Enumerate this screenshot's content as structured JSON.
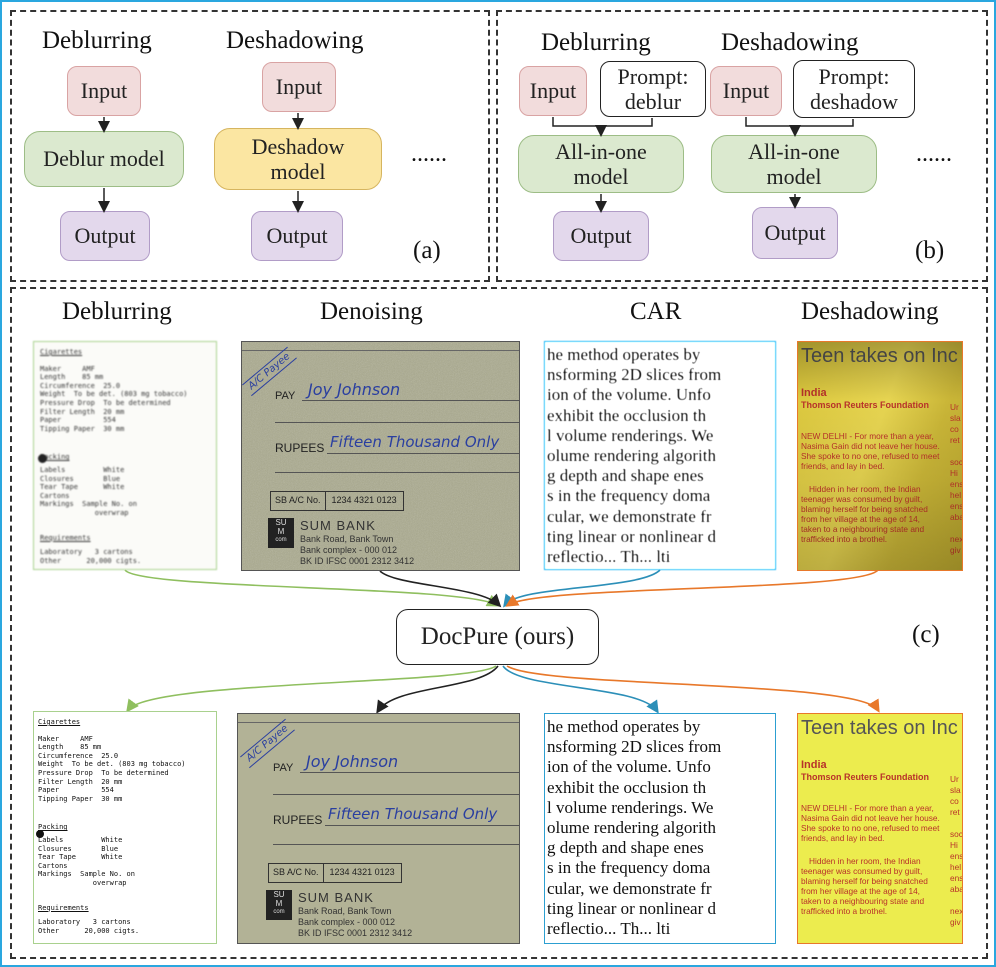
{
  "panel_a": {
    "label": "(a)",
    "col1": {
      "title": "Deblurring",
      "input": "Input",
      "model": "Deblur model",
      "output": "Output"
    },
    "col2": {
      "title": "Deshadowing",
      "input": "Input",
      "model": "Deshadow\nmodel",
      "output": "Output"
    },
    "ellipsis": "......"
  },
  "panel_b": {
    "label": "(b)",
    "col1": {
      "title": "Deblurring",
      "input": "Input",
      "prompt": "Prompt:\ndeblur",
      "model": "All-in-one\nmodel",
      "output": "Output"
    },
    "col2": {
      "title": "Deshadowing",
      "input": "Input",
      "prompt": "Prompt:\ndeshadow",
      "model": "All-in-one\nmodel",
      "output": "Output"
    },
    "ellipsis": "......"
  },
  "panel_c": {
    "label": "(c)",
    "titles": [
      "Deblurring",
      "Denoising",
      "CAR",
      "Deshadowing"
    ],
    "center": "DocPure (ours)",
    "colors": {
      "green": "#8fbf5f",
      "black": "#111111",
      "blue": "#2c8fb8",
      "orange": "#e8782a"
    }
  },
  "doc_deblur": {
    "header": "Cigarettes",
    "rows": [
      "Maker     AMF",
      "Length    85 mm",
      "Circumference  25.0",
      "Weight  To be det. (803 mg tobacco)",
      "Pressure Drop  To be determined",
      "Filter Length  20 mm",
      "Paper          554",
      "Tipping Paper  30 mm"
    ],
    "header2": "Packing",
    "rows2": [
      "Labels         White",
      "Closures       Blue",
      "Tear Tape      White",
      "Cartons",
      "Markings  Sample No. on",
      "             overwrap"
    ],
    "header3": "Requirements",
    "rows3": [
      "Laboratory   3 cartons",
      "Other      20,000 cigts."
    ]
  },
  "doc_check": {
    "stamp": "A/C Payee",
    "pay_label": "PAY",
    "payee": "Joy Johnson",
    "rupees_label": "RUPEES",
    "amount": "Fifteen Thousand Only",
    "ac_label": "SB A/C No.",
    "ac_number": "1234 4321 0123",
    "logo_top": "SU",
    "logo_mid": "M",
    "logo_sub": "com",
    "bank": "SUM BANK",
    "addr1": "Bank Road, Bank Town",
    "addr2": "Bank complex - 000 012",
    "ifsc": "BK ID IFSC 0001 2312 3412"
  },
  "doc_car": {
    "lines": [
      "he method operates by",
      "nsforming 2D slices from",
      "ion of the volume. Unfo",
      " exhibit the occlusion th",
      "l volume renderings. We",
      "olume rendering algorith",
      "g depth and shape enes",
      "s in the frequency doma",
      "cular, we demonstrate fr",
      "ting linear or nonlinear d",
      "reflectio... Th... lti"
    ]
  },
  "doc_news": {
    "headline": "Teen takes on Inc",
    "tag": "India",
    "source": "Thomson Reuters Foundation",
    "body": "NEW DELHI - For more than a year, Nasima Gain did not leave her house. She spoke to no one, refused to meet friends, and lay in bed.",
    "body2": "Hidden in her room, the Indian teenager was consumed by guilt, blaming herself for being snatched from her village at the age of 14, taken to a neighbouring state and trafficked into a brothel.",
    "side": [
      "Ur",
      "sla",
      "co",
      "ret",
      "",
      "soc",
      "Hi",
      "ens",
      "hel",
      "ens",
      "aba",
      "",
      "nex",
      "giv"
    ]
  }
}
